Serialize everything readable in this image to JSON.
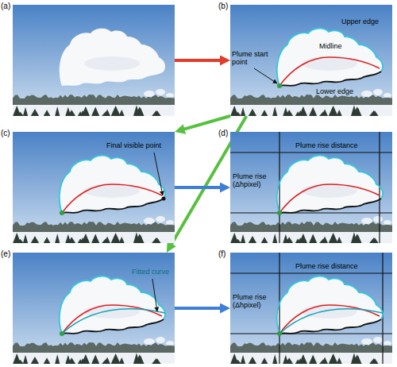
{
  "diagram": {
    "nodes": [
      {
        "text": [
          "(a)"
        ]
      },
      {
        "text": [
          "(b)",
          "Plume start point",
          "Upper edge",
          "Midline",
          "Lower edge"
        ]
      },
      {
        "text": [
          "(c)",
          "Final visible point"
        ]
      },
      {
        "text": [
          "(d)",
          "Plume rise distance",
          "Plume rise (Δhpixel)"
        ]
      },
      {
        "text": [
          "(e)",
          "Fitted curve"
        ]
      },
      {
        "text": [
          "(f)",
          "Plume rise distance",
          "Plume rise (Δhpixel)"
        ]
      }
    ],
    "edges": [
      {
        "from": 0,
        "to": 1,
        "arrow": "to"
      },
      {
        "from": 1,
        "to": 2,
        "arrow": "to"
      },
      {
        "from": 1,
        "to": 4,
        "arrow": "to"
      },
      {
        "from": 2,
        "to": 3,
        "arrow": "to"
      },
      {
        "from": 4,
        "to": 5,
        "arrow": "to"
      }
    ]
  }
}
